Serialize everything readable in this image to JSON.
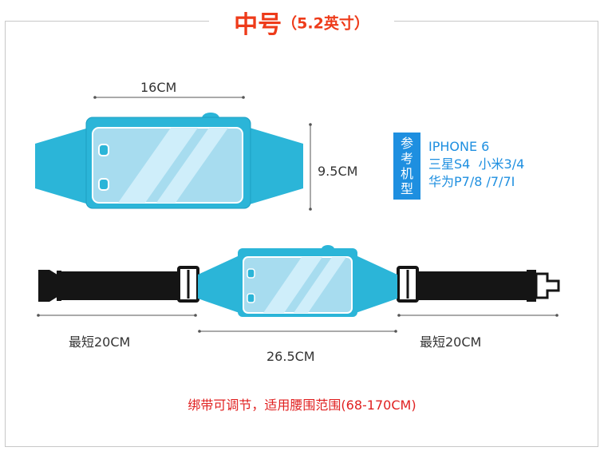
{
  "title": {
    "main": "中号",
    "sub": "（5.2英寸）"
  },
  "dimensions": {
    "width": "16CM",
    "height": "9.5CM",
    "min_left": "最短20CM",
    "min_right": "最短20CM",
    "total": "26.5CM"
  },
  "reference": {
    "heading_chars": [
      "参",
      "考",
      "机",
      "型"
    ],
    "models": [
      "IPHONE 6",
      "三星S4  小米3/4",
      "华为P7/8 /7/7I"
    ]
  },
  "note": "绑带可调节，适用腰围范围(68-170CM)",
  "colors": {
    "accent_red": "#ee3b1a",
    "reference_blue": "#1e8fe0",
    "pouch_teal": "#2bb5d8",
    "strap_black": "#151515"
  }
}
